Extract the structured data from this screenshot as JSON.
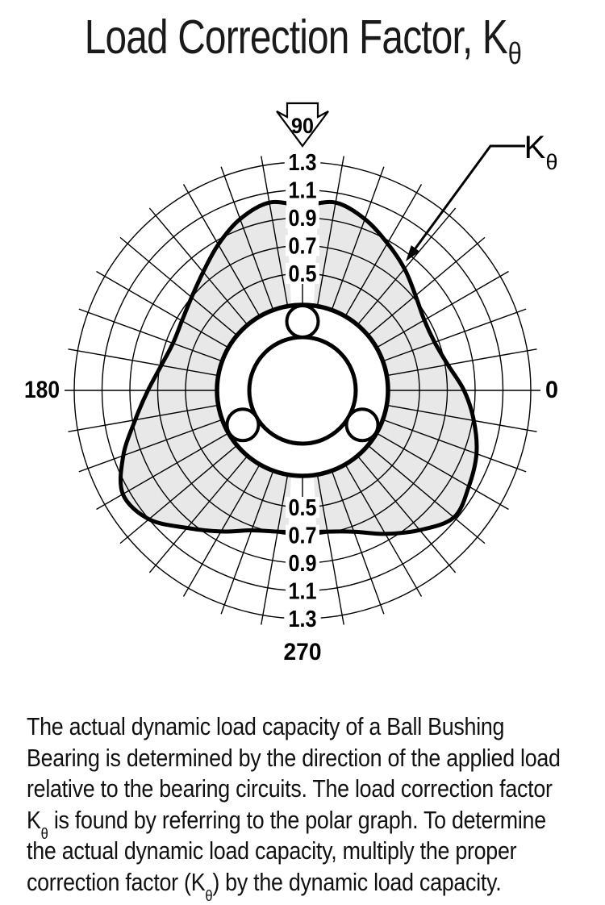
{
  "title": {
    "text": "Load Correction Factor, K",
    "subscript": "θ"
  },
  "chart_data": {
    "type": "line",
    "subtype": "polar",
    "title": "Load Correction Factor, Kθ",
    "grid": true,
    "grid_angle_step_deg": 10,
    "radial_range": [
      0.5,
      1.3
    ],
    "radial_tick_labels": [
      "1.3",
      "1.1",
      "0.9",
      "0.7",
      "0.5"
    ],
    "radial_tick_values": [
      1.3,
      1.1,
      0.9,
      0.7,
      0.5
    ],
    "angle_labels": [
      {
        "angle_deg": 0,
        "label": "0"
      },
      {
        "angle_deg": 90,
        "label": "90"
      },
      {
        "angle_deg": 180,
        "label": "180"
      },
      {
        "angle_deg": 270,
        "label": "270"
      }
    ],
    "series": [
      {
        "name": "Kθ",
        "theta_deg": [
          0,
          10,
          20,
          30,
          40,
          50,
          60,
          70,
          80,
          90,
          100,
          110,
          120,
          130,
          140,
          150,
          160,
          170,
          180,
          190,
          200,
          210,
          220,
          230,
          240,
          250,
          260,
          270,
          280,
          290,
          300,
          310,
          320,
          330,
          340,
          350
        ],
        "values": [
          0.82,
          0.72,
          0.67,
          0.67,
          0.72,
          0.8,
          0.88,
          0.97,
          1.03,
          0.99,
          1.03,
          0.97,
          0.87,
          0.77,
          0.7,
          0.66,
          0.65,
          0.69,
          0.77,
          0.88,
          1.03,
          1.15,
          1.1,
          0.95,
          0.83,
          0.73,
          0.69,
          0.68,
          0.69,
          0.74,
          0.85,
          0.97,
          1.08,
          1.04,
          0.99,
          0.91
        ]
      }
    ],
    "annotations": {
      "curve_callout": {
        "label": "K",
        "subscript": "θ"
      },
      "load_direction_marker": {
        "label": "90"
      }
    },
    "bearing_circuit_angles_deg": [
      90,
      210,
      330
    ],
    "colors": {
      "shaded_region": "#e8e8e8",
      "line": "#000000",
      "background": "#ffffff"
    }
  },
  "paragraph": {
    "lines": [
      [
        {
          "t": "The actual dynamic load capacity of a Ball Bushing"
        }
      ],
      [
        {
          "t": "Bearing is determined by the direction of the applied load"
        }
      ],
      [
        {
          "t": "relative to the bearing circuits. The load correction factor"
        }
      ],
      [
        {
          "t": "K"
        },
        {
          "sub": "θ"
        },
        {
          "t": " is found by referring to the polar graph. To determine"
        }
      ],
      [
        {
          "t": "the actual dynamic load capacity, multiply the proper"
        }
      ],
      [
        {
          "t": "correction factor (K"
        },
        {
          "sub": "θ"
        },
        {
          "t": ") by the dynamic load capacity."
        }
      ]
    ]
  }
}
